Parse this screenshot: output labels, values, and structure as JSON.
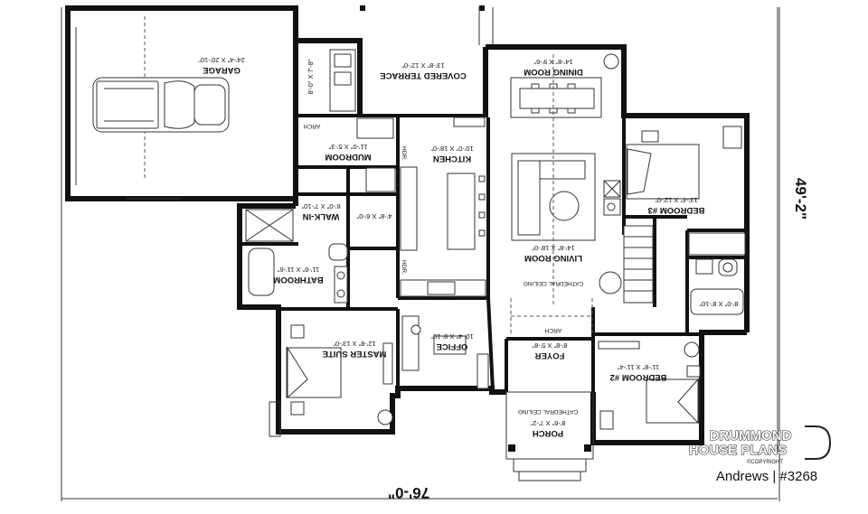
{
  "rooms": {
    "garage": {
      "name": "GARAGE",
      "dims": "24'-4\" X 20'-10\""
    },
    "covered_terrace": {
      "name": "COVERED TERRACE",
      "dims": "13'-8\" X 12'-0\""
    },
    "dining_room": {
      "name": "DINING ROOM",
      "dims": "14'-8\" X 9'-6\""
    },
    "mudroom": {
      "name": "MUDROOM",
      "dims": "11'-0\" X 5'-3\""
    },
    "kitchen": {
      "name": "KITCHEN",
      "dims": "10'-0\" X 18'-0\""
    },
    "living_room": {
      "name": "LIVING ROOM",
      "dims": "14'-8\" X 18'-0\""
    },
    "bedroom3": {
      "name": "BEDROOM #3",
      "dims": "13'-4\" X 12'-0\""
    },
    "walkin": {
      "name": "WALK-IN",
      "dims": "6'-0\" X 7'-10\""
    },
    "closet": {
      "dims": "4'-8\" X 6'-0\""
    },
    "pantry": {
      "dims": "8'-0\" X 7'-8\""
    },
    "bathroom": {
      "name": "BATHROOM",
      "dims": "11'-6\" X 11'-6\""
    },
    "bath2": {
      "dims": "8'-0\" X 8'-10\""
    },
    "master_suite": {
      "name": "MASTER SUITE",
      "dims": "12'-8\" X 13'-0\""
    },
    "office": {
      "name": "OFFICE",
      "dims": "10'-4\" X 9'-10\""
    },
    "foyer": {
      "name": "FOYER",
      "dims": "8'-8\" X 5'-8\""
    },
    "bedroom2": {
      "name": "BEDROOM #2",
      "dims": "11'-8\" X 11'-4\""
    },
    "porch": {
      "name": "PORCH",
      "dims": "8'-6\" X 7'-2\""
    }
  },
  "notes": {
    "arch": "ARCH",
    "hdr": "HDR.",
    "cathedral": "CATHEDRAL CEILING",
    "cathedral_porch": "CATHEDRAL CEILING"
  },
  "dimensions": {
    "width": "76'-0\"",
    "depth": "49'-2\""
  },
  "branding": {
    "line1": "DRUMMOND",
    "line2": "HOUSE PLANS",
    "copyright": "©COPYRIGHT"
  },
  "caption": "Andrews  |  #3268",
  "colors": {
    "walls": "#111111",
    "background": "#ffffff",
    "fixtures": "#333333"
  }
}
